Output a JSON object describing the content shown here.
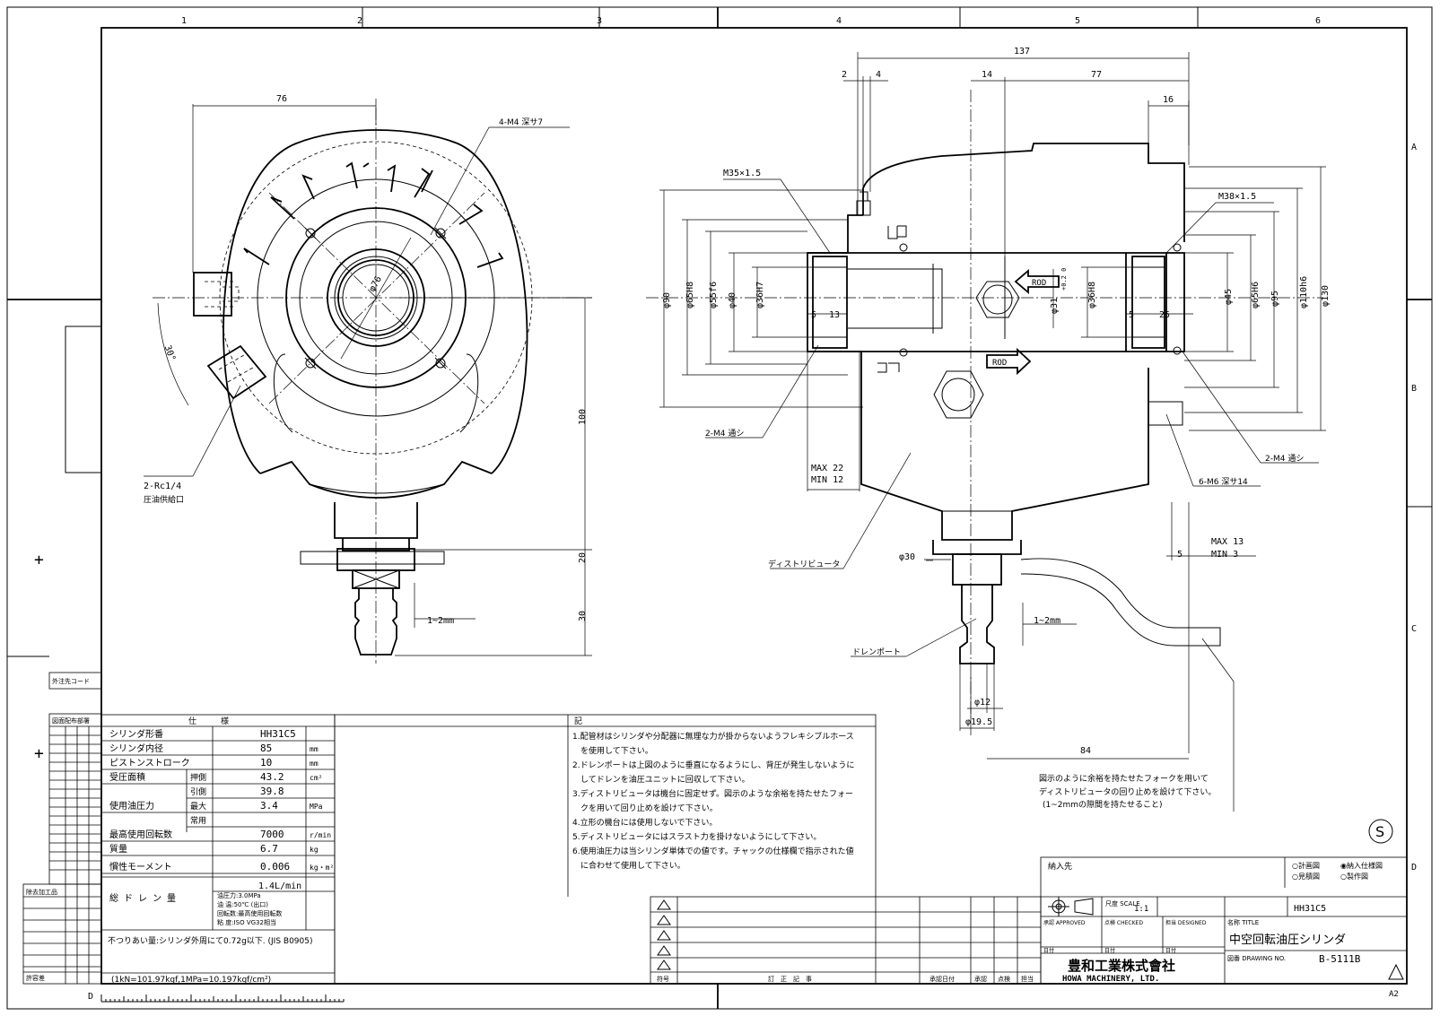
{
  "zone_numbers": [
    "1",
    "2",
    "3",
    "4",
    "5",
    "6"
  ],
  "zone_letters": [
    "A",
    "B",
    "C",
    "D"
  ],
  "front_view": {
    "dim_76_top": "76",
    "callout_m4": "4-M4 深サ7",
    "dim_phi76": "φ76",
    "dim_30deg": "30°",
    "dim_100": "100",
    "dim_20": "20",
    "dim_30": "30",
    "dim_gap": "1~2mm",
    "callout_rc": "2-Rc1/4",
    "callout_rc_sub": "圧油供給口"
  },
  "section_view": {
    "dim_137": "137",
    "dim_2": "2",
    "dim_4": "4",
    "dim_14": "14",
    "dim_77": "77",
    "dim_16": "16",
    "m35": "M35×1.5",
    "m38": "M38×1.5",
    "phi90": "φ90",
    "phi65h8_l": "φ65H8",
    "phi55f6": "φ55f6",
    "phi40": "φ40",
    "phi36h7": "φ36H7",
    "dim_5_l": "5",
    "dim_13": "13",
    "phi31": "φ31",
    "phi31_tol": "+0.2 0",
    "phi36h8": "φ36H8",
    "dim_5_r": "5",
    "dim_25": "25",
    "phi45": "φ45",
    "phi65h6": "φ65H6",
    "phi95": "φ95",
    "phi110h6": "φ110h6",
    "phi130": "φ130",
    "rod_upper": "ROD",
    "rod_lower": "ROD",
    "m4_left": "2-M4 通シ",
    "m4_right": "2-M4 通シ",
    "m6_right": "6-M6 深サ14",
    "max22": "MAX 22",
    "min12": "MIN 12",
    "max13": "MAX 13",
    "min3": "MIN  3",
    "dim_5_b": "5",
    "distributor": "ディストリビュータ",
    "phi30": "φ30",
    "gap": "1~2mm",
    "drain_port": "ドレンポート",
    "phi12": "φ12",
    "phi19_5": "φ19.5",
    "dim_84": "84",
    "note_lines": [
      "図示のように余裕を持たせたフォークを用いて",
      "ディストリビュータの回り止めを設けて下さい。",
      "(1~2mmの隙間を持たせること)"
    ]
  },
  "left_strip": {
    "order_code": "外注先コード",
    "distribution": "図面配布部署",
    "finish": "除去加工品",
    "allowed": "許容差"
  },
  "spec": {
    "header": "仕　　　様",
    "rows": [
      {
        "label": "シリンダ形番",
        "sub": "",
        "value": "HH31C5",
        "unit": ""
      },
      {
        "label": "シリンダ内径",
        "sub": "",
        "value": "85",
        "unit": "mm"
      },
      {
        "label": "ピストンストローク",
        "sub": "",
        "value": "10",
        "unit": "mm"
      },
      {
        "label": "受圧面積",
        "sub": "押側",
        "value": "43.2",
        "unit": "cm²"
      },
      {
        "label": "",
        "sub": "引側",
        "value": "39.8",
        "unit": ""
      },
      {
        "label": "使用油圧力",
        "sub": "最大",
        "value": "3.4",
        "unit": "MPa"
      },
      {
        "label": "",
        "sub": "常用",
        "value": "",
        "unit": ""
      },
      {
        "label": "最高使用回転数",
        "sub": "",
        "value": "7000",
        "unit": "r/min"
      },
      {
        "label": "質量",
        "sub": "",
        "value": "6.7",
        "unit": "kg"
      },
      {
        "label": "慣性モーメント",
        "sub": "",
        "value": "0.006",
        "unit": "kg・m²"
      }
    ],
    "drain_label": "総ドレン量",
    "drain_value": "1.4L/min",
    "drain_conditions": [
      "油圧力:3.0MPa",
      "油 温:50℃ (出口)",
      "回転数:最高使用回転数",
      "粘 度:ISO VG32相当"
    ],
    "balance": "不つりあい量:シリンダ外周にて0.72g以下. (JIS B0905)",
    "conversion": "(1kN=101.97kgf,1MPa=10.197kgf/cm²)"
  },
  "notes": {
    "header": "記",
    "items": [
      "1.配管材はシリンダや分配器に無理な力が掛からないようフレキシブルホース",
      "　を使用して下さい。",
      "2.ドレンポートは上図のように垂直になるようにし、背圧が発生しないように",
      "　してドレンを油圧ユニットに回収して下さい。",
      "3.ディストリビュータは機台に固定せず。図示のような余裕を持たせたフォー",
      "　クを用いて回り止めを設けて下さい。",
      "4.立形の機台には使用しないで下さい。",
      "5.ディストリビュータにはスラスト力を掛けないようにして下さい。",
      "6.使用油圧力は当シリンダ単体での値です。チャックの仕様欄で指示された値",
      "　に合わせて使用して下さい。"
    ]
  },
  "revision": {
    "col_symbol": "符号",
    "col_content": "訂　正　記　事",
    "col_date": "承認日付",
    "col_approve": "承認",
    "col_check": "点検",
    "col_draw": "担当"
  },
  "title_block": {
    "delivery": "納入先",
    "options": [
      "○計画図",
      "◉納入仕様図",
      "○見積図",
      "○製作図"
    ],
    "scale_label": "尺度 SCALE",
    "scale_value": "1:1",
    "model": "HH31C5",
    "approved": "承認 APPROVED",
    "checked": "点検 CHECKED",
    "designed": "担当 DESIGNED",
    "date": "日付",
    "name_label": "名称 TITLE",
    "name": "中空回転油圧シリンダ",
    "drawing_no_label": "図番 DRAWING NO.",
    "drawing_no": "B-5111B",
    "company": "豊和工業株式會社",
    "company_en": "HOWA MACHINERY, LTD.",
    "sheet_size": "A2",
    "s_mark": "S",
    "d_mark": "D"
  }
}
